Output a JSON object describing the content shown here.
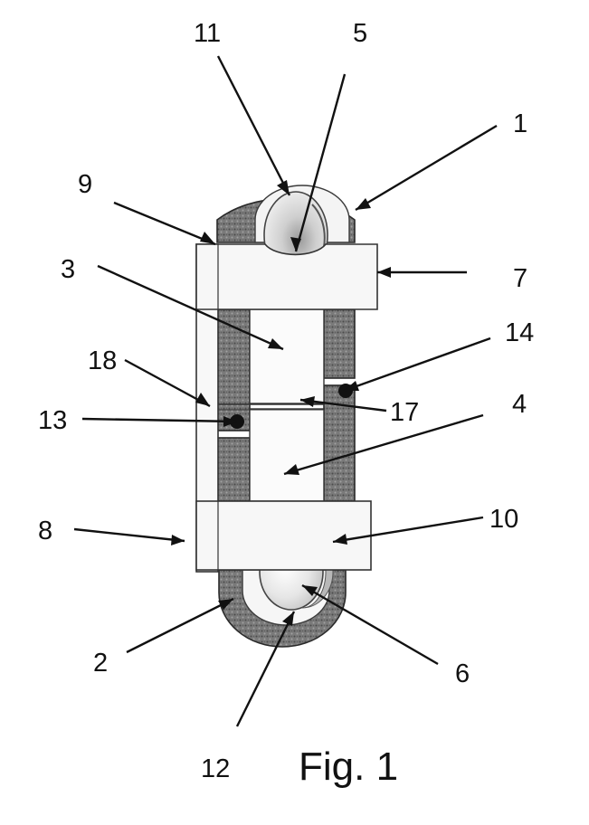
{
  "figure": {
    "caption": "Fig. 1",
    "labels": {
      "l1": "1",
      "l2": "2",
      "l3": "3",
      "l4": "4",
      "l5": "5",
      "l6": "6",
      "l7": "7",
      "l8": "8",
      "l9": "9",
      "l10": "10",
      "l11": "11",
      "l12": "12",
      "l13": "13",
      "l14": "14",
      "l17": "17",
      "l18": "18"
    }
  },
  "colors": {
    "ring": "#7d7d7d",
    "ring_light": "#a9a9a9",
    "lens": "#e2e2e2",
    "lens_shadow": "#bdbdbd",
    "block": "#f6f6f6",
    "line": "#111111"
  }
}
